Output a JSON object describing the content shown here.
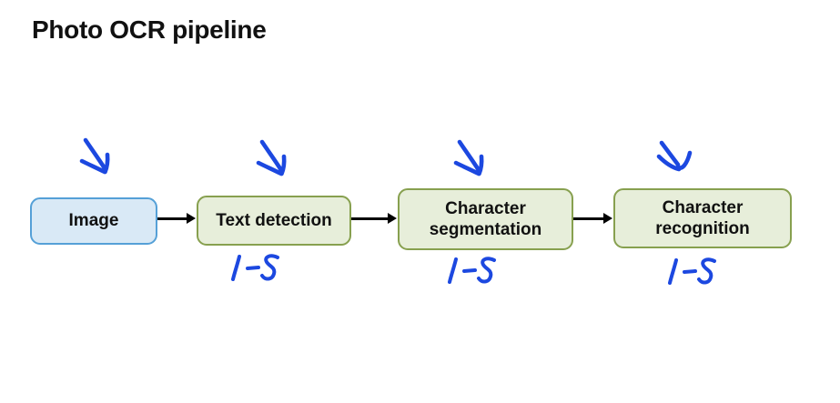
{
  "title": "Photo OCR pipeline",
  "colors": {
    "background": "#ffffff",
    "title_text": "#111111",
    "box_text": "#111111",
    "image_box_fill": "#d9e9f6",
    "image_box_border": "#55a0d7",
    "stage_box_fill": "#e7eeda",
    "stage_box_border": "#87a04f",
    "connector": "#000000",
    "ink": "#1c48e0"
  },
  "pipeline": {
    "stages": [
      {
        "label": "Image",
        "annotation": ""
      },
      {
        "label": "Text detection",
        "annotation": "1-5"
      },
      {
        "label": "Character segmentation",
        "annotation": "1-5"
      },
      {
        "label": "Character recognition",
        "annotation": "1-5"
      }
    ]
  },
  "icons": {
    "stage_pointer": "handdrawn-down-right-arrow-icon",
    "connector": "right-arrow-icon"
  }
}
